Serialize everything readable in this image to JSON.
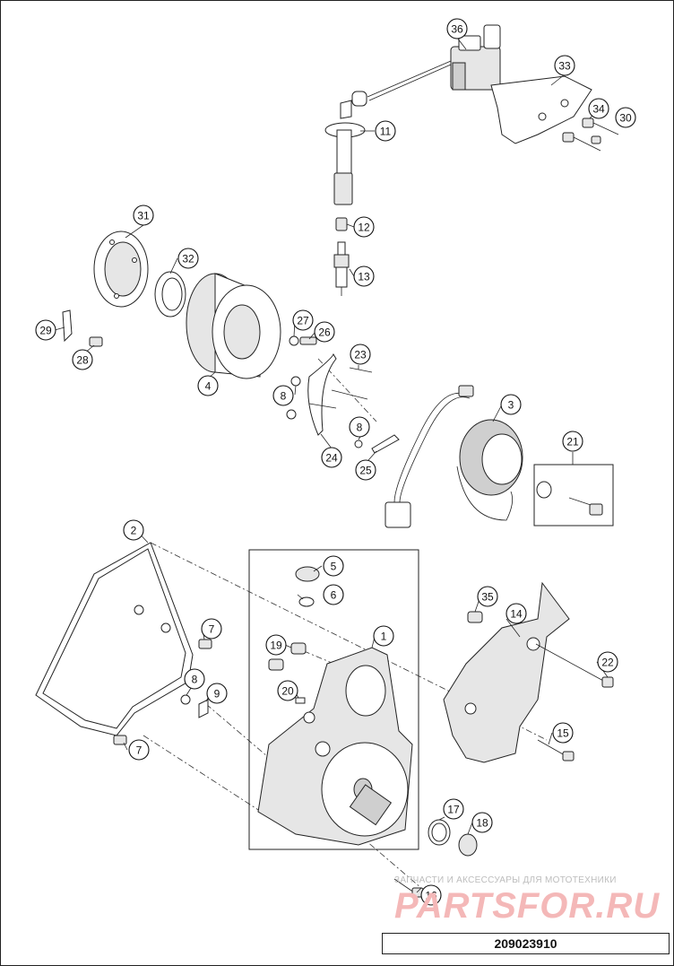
{
  "callouts": [
    {
      "label": "36"
    },
    {
      "label": "33"
    },
    {
      "label": "34"
    },
    {
      "label": "30"
    },
    {
      "label": "11"
    },
    {
      "label": "31"
    },
    {
      "label": "12"
    },
    {
      "label": "32"
    },
    {
      "label": "13"
    },
    {
      "label": "27"
    },
    {
      "label": "26"
    },
    {
      "label": "29"
    },
    {
      "label": "28"
    },
    {
      "label": "23"
    },
    {
      "label": "4"
    },
    {
      "label": "8"
    },
    {
      "label": "3"
    },
    {
      "label": "8"
    },
    {
      "label": "24"
    },
    {
      "label": "25"
    },
    {
      "label": "21"
    },
    {
      "label": "2"
    },
    {
      "label": "5"
    },
    {
      "label": "6"
    },
    {
      "label": "35"
    },
    {
      "label": "14"
    },
    {
      "label": "7"
    },
    {
      "label": "1"
    },
    {
      "label": "19"
    },
    {
      "label": "22"
    },
    {
      "label": "8"
    },
    {
      "label": "9"
    },
    {
      "label": "20"
    },
    {
      "label": "15"
    },
    {
      "label": "7"
    },
    {
      "label": "17"
    },
    {
      "label": "18"
    },
    {
      "label": "16"
    }
  ],
  "watermark": {
    "tagline": "ЗАПЧАСТИ И АКСЕССУАРЫ ДЛЯ МОТОТЕХНИКИ",
    "logo": "PARTSFOR.RU"
  },
  "reference_number": "209023910"
}
